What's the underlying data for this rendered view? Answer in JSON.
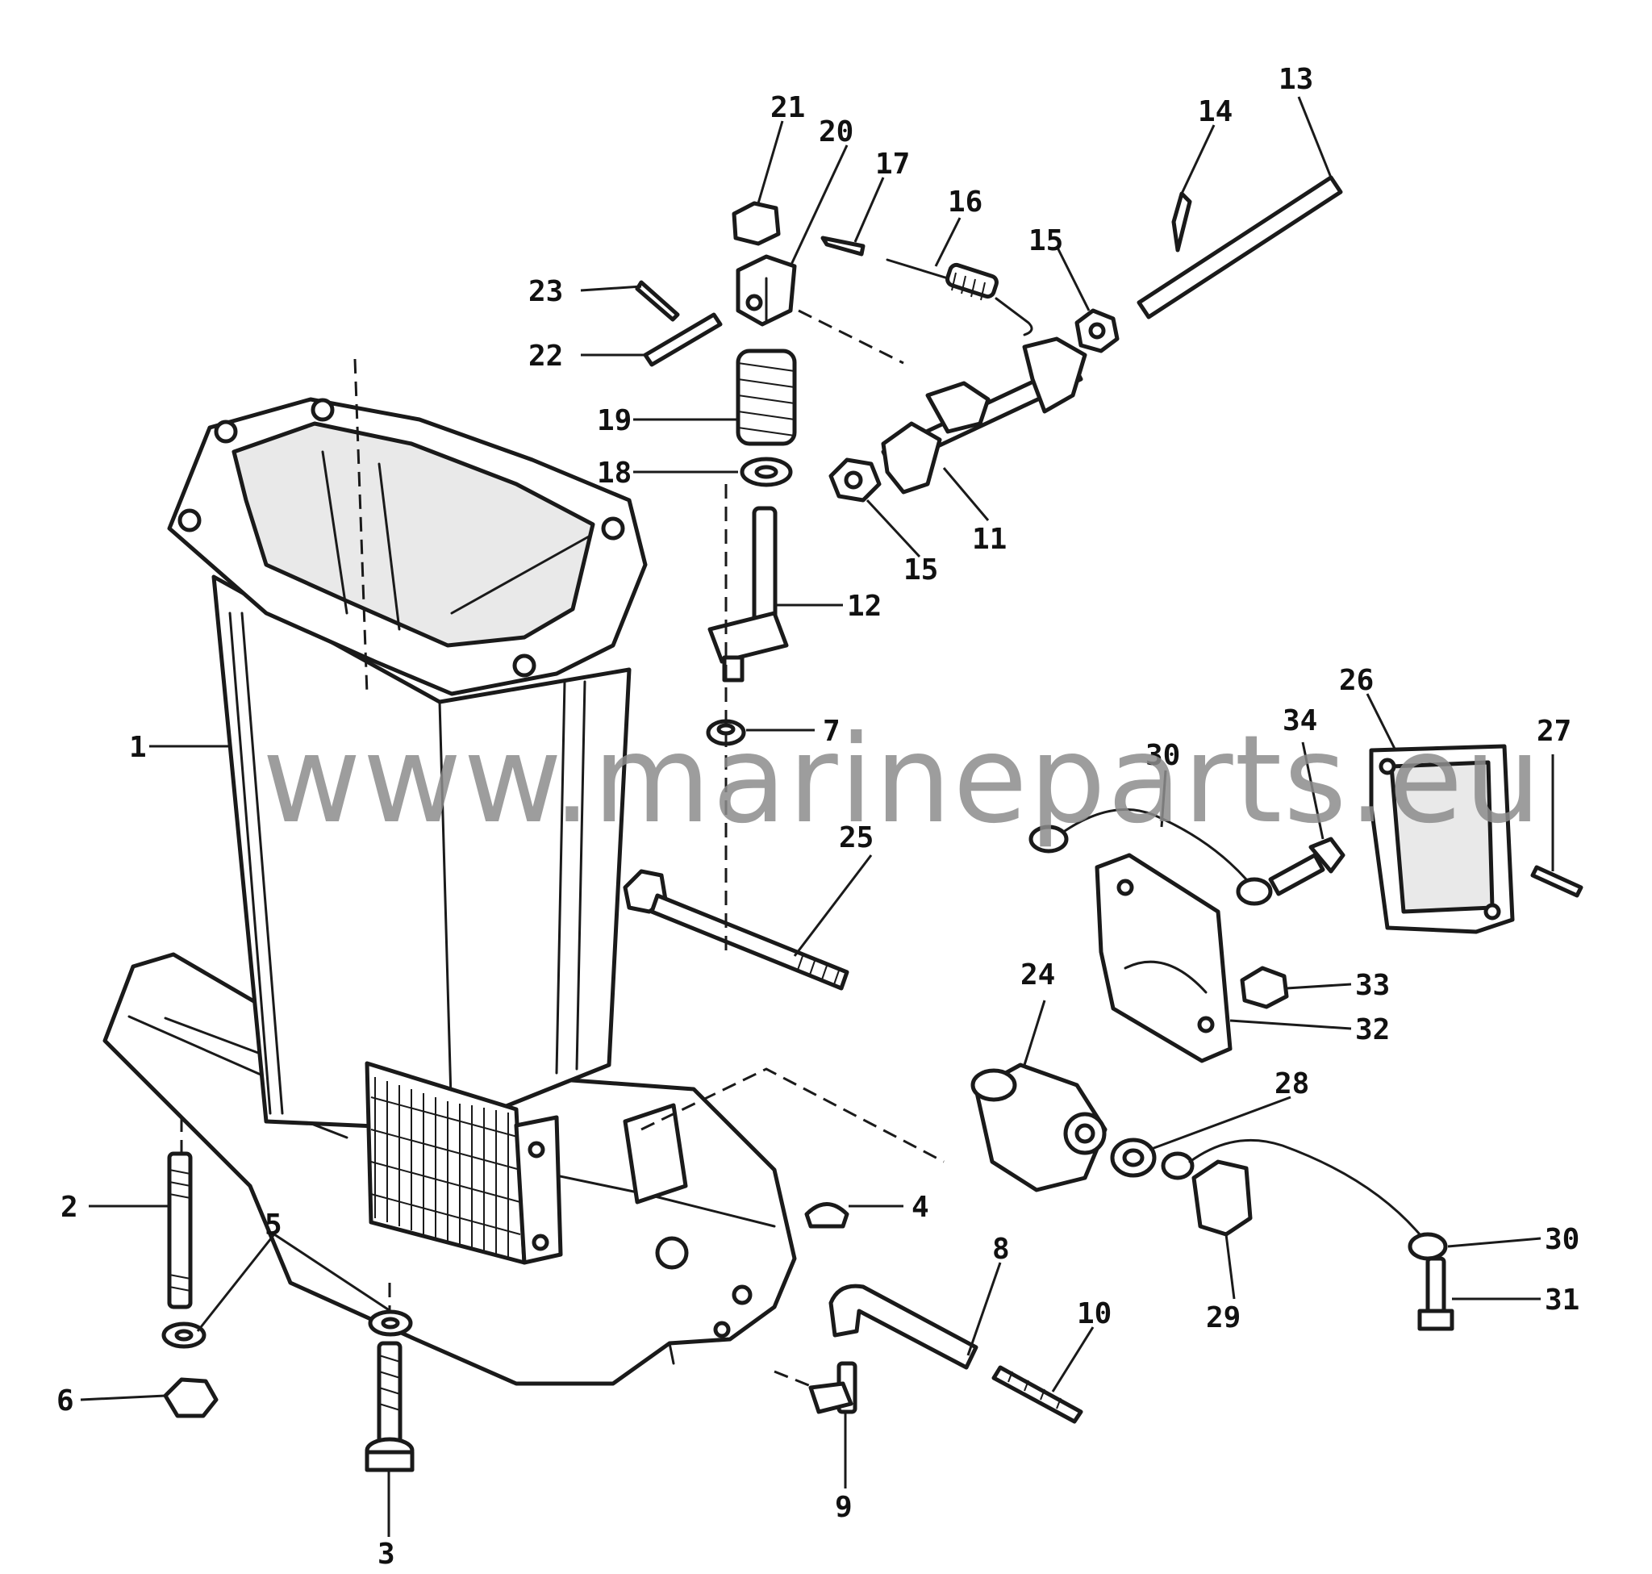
{
  "watermark": "www.marineparts.eu",
  "callouts": [
    {
      "id": "p1",
      "label": "1"
    },
    {
      "id": "p2",
      "label": "2"
    },
    {
      "id": "p3",
      "label": "3"
    },
    {
      "id": "p4",
      "label": "4"
    },
    {
      "id": "p5",
      "label": "5"
    },
    {
      "id": "p6",
      "label": "6"
    },
    {
      "id": "p7",
      "label": "7"
    },
    {
      "id": "p8",
      "label": "8"
    },
    {
      "id": "p9",
      "label": "9"
    },
    {
      "id": "p10",
      "label": "10"
    },
    {
      "id": "p11",
      "label": "11"
    },
    {
      "id": "p12",
      "label": "12"
    },
    {
      "id": "p13",
      "label": "13"
    },
    {
      "id": "p14",
      "label": "14"
    },
    {
      "id": "p15a",
      "label": "15"
    },
    {
      "id": "p15b",
      "label": "15"
    },
    {
      "id": "p16",
      "label": "16"
    },
    {
      "id": "p17",
      "label": "17"
    },
    {
      "id": "p18",
      "label": "18"
    },
    {
      "id": "p19",
      "label": "19"
    },
    {
      "id": "p20",
      "label": "20"
    },
    {
      "id": "p21",
      "label": "21"
    },
    {
      "id": "p22",
      "label": "22"
    },
    {
      "id": "p23",
      "label": "23"
    },
    {
      "id": "p24",
      "label": "24"
    },
    {
      "id": "p25",
      "label": "25"
    },
    {
      "id": "p26",
      "label": "26"
    },
    {
      "id": "p27",
      "label": "27"
    },
    {
      "id": "p28",
      "label": "28"
    },
    {
      "id": "p29",
      "label": "29"
    },
    {
      "id": "p30a",
      "label": "30"
    },
    {
      "id": "p30b",
      "label": "30"
    },
    {
      "id": "p31",
      "label": "31"
    },
    {
      "id": "p32",
      "label": "32"
    },
    {
      "id": "p33",
      "label": "33"
    },
    {
      "id": "p34",
      "label": "34"
    }
  ]
}
